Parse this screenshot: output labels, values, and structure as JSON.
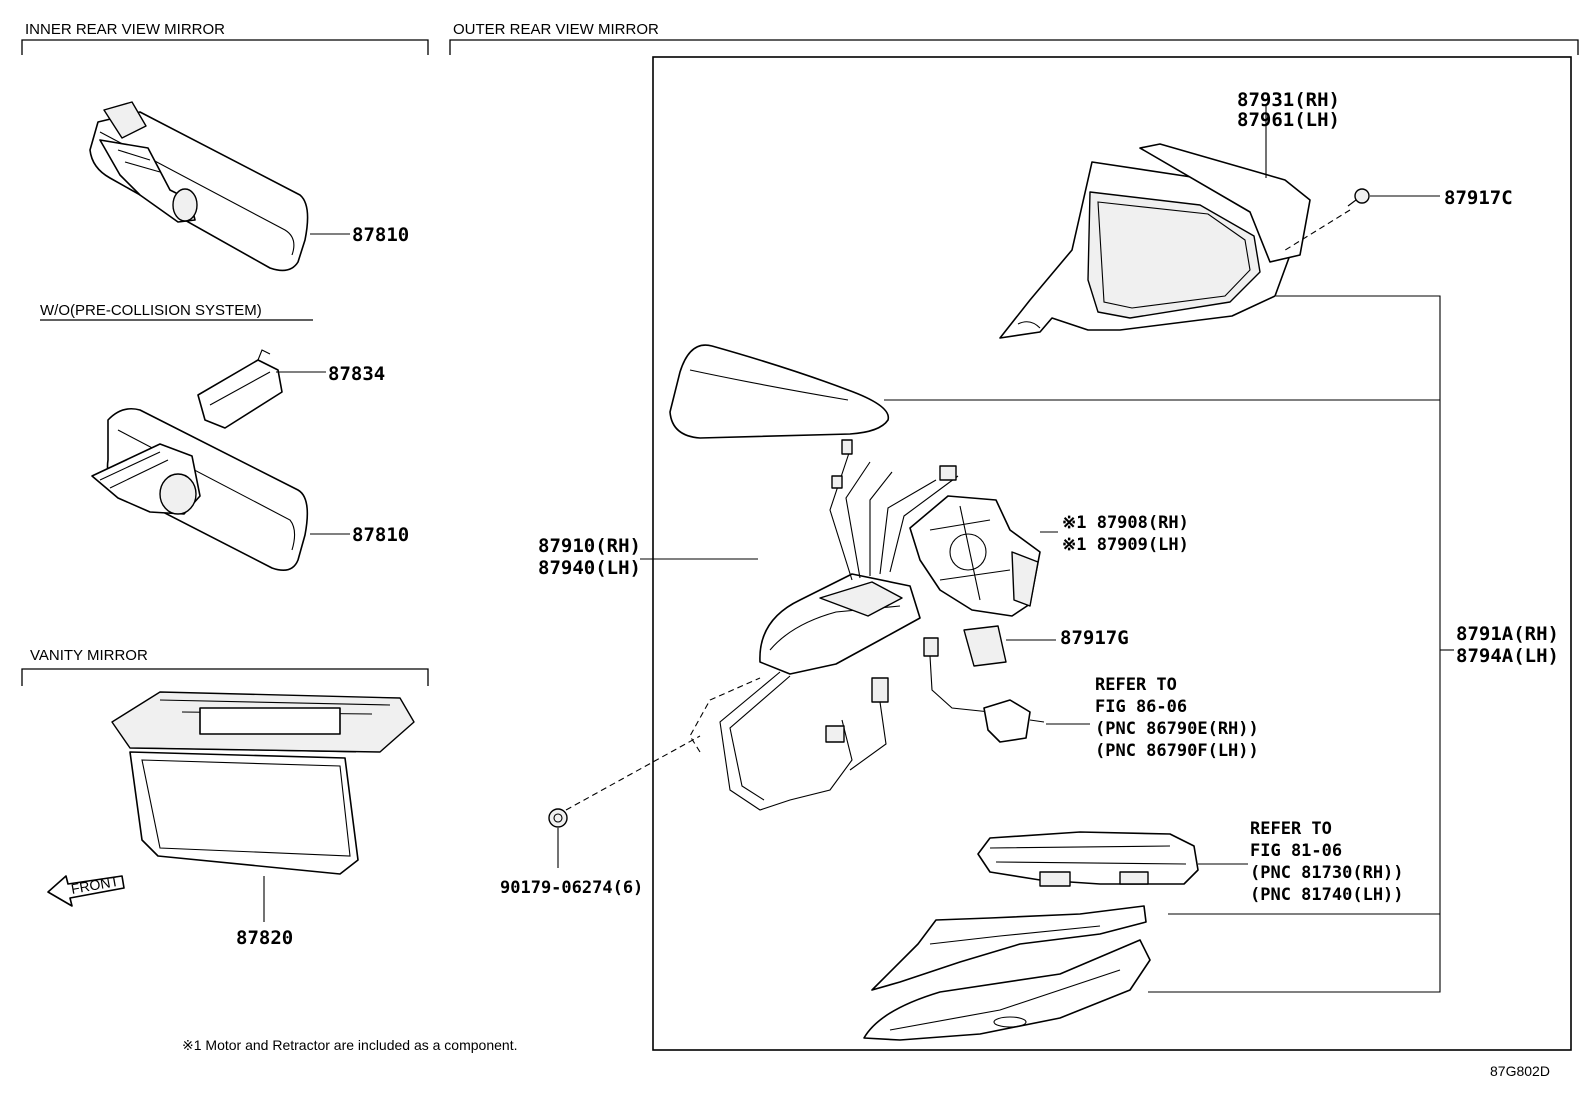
{
  "sections": {
    "inner_mirror": "INNER REAR VIEW MIRROR",
    "outer_mirror": "OUTER REAR VIEW MIRROR",
    "wo_pcs": "W/O(PRE-COLLISION SYSTEM)",
    "vanity_mirror": "VANITY MIRROR"
  },
  "labels": {
    "p87810_a": "87810",
    "p87834": "87834",
    "p87810_b": "87810",
    "p87820": "87820",
    "front": "FRONT",
    "p87931": "87931(RH)",
    "p87961": "87961(LH)",
    "p87917c": "87917C",
    "p87908": "※1 87908(RH)",
    "p87909": "※1 87909(LH)",
    "p87910": "87910(RH)",
    "p87940": "87940(LH)",
    "p87917g": "87917G",
    "refer1_l1": "REFER TO",
    "refer1_l2": "FIG 86-06",
    "refer1_l3": "(PNC 86790E(RH))",
    "refer1_l4": "(PNC 86790F(LH))",
    "p8791a": "8791A(RH)",
    "p8794a": "8794A(LH)",
    "p90179": "90179-06274(6)",
    "refer2_l1": "REFER TO",
    "refer2_l2": "FIG 81-06",
    "refer2_l3": "(PNC 81730(RH))",
    "refer2_l4": "(PNC 81740(LH))"
  },
  "footnote": "※1 Motor and Retractor are included as a component.",
  "figure_code": "87G802D"
}
